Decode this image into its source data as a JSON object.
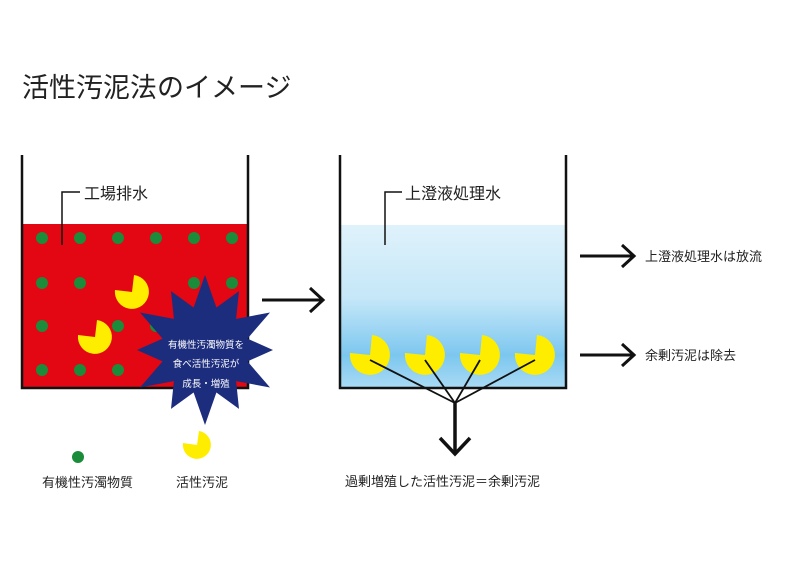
{
  "title": "活性汚泥法のイメージ",
  "left_tank": {
    "label": "工場排水"
  },
  "right_tank": {
    "label": "上澄液処理水"
  },
  "star": {
    "lines": [
      "有機性汚濁物質を",
      "食べ活性汚泥が",
      "成長・増殖"
    ]
  },
  "legend": {
    "organic": "有機性汚濁物質",
    "sludge": "活性汚泥"
  },
  "outputs": {
    "supernatant": "上澄液処理水は放流",
    "excess": "余剰汚泥は除去"
  },
  "bottom_label": "過剰増殖した活性汚泥＝余剰汚泥",
  "colors": {
    "red": "#e30613",
    "green": "#1a8c3a",
    "yellow": "#ffed00",
    "navy": "#1d2d7e",
    "water_top": "#d8f0fb",
    "water_bottom": "#7fc8ef"
  }
}
